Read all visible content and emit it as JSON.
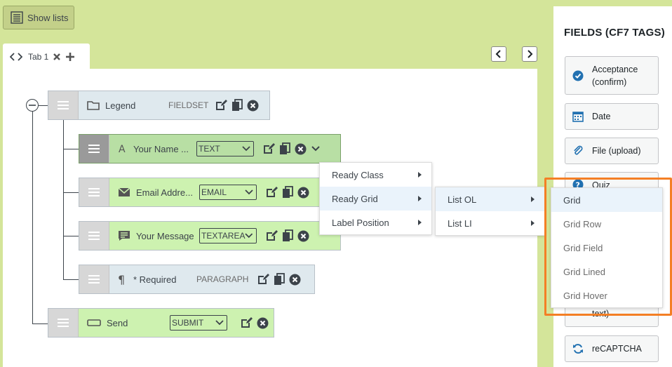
{
  "toolbar": {
    "show_lists_label": "Show lists"
  },
  "tabs": [
    {
      "label": "Tab 1"
    }
  ],
  "fields": [
    {
      "name": "Legend",
      "type": "FIELDSET"
    },
    {
      "name": "Your Name ...",
      "type": "TEXT"
    },
    {
      "name": "Email Addre...",
      "type": "EMAIL"
    },
    {
      "name": "Your Message",
      "type": "TEXTAREA"
    },
    {
      "name": "* Required",
      "type": "PARAGRAPH"
    },
    {
      "name": "Send",
      "type": "SUBMIT"
    }
  ],
  "context_menu": {
    "items": [
      {
        "label": "Ready Class"
      },
      {
        "label": "Ready Grid"
      },
      {
        "label": "Label Position"
      }
    ]
  },
  "submenu": {
    "items": [
      {
        "label": "List OL"
      },
      {
        "label": "List LI"
      }
    ]
  },
  "grid_menu": {
    "items": [
      {
        "label": "Grid"
      },
      {
        "label": "Grid Row"
      },
      {
        "label": "Grid Field"
      },
      {
        "label": "Grid Lined"
      },
      {
        "label": "Grid Hover"
      }
    ]
  },
  "panel": {
    "title": "FIELDS (CF7 TAGS)",
    "tags": [
      {
        "label": "Acceptance (confirm)",
        "icon": "check-circle-icon"
      },
      {
        "label": "Date",
        "icon": "calendar-icon"
      },
      {
        "label": "File (upload)",
        "icon": "paperclip-icon"
      },
      {
        "label": "Quiz",
        "icon": "help-icon"
      },
      {
        "label": "text)",
        "icon": ""
      },
      {
        "label": "reCAPTCHA",
        "icon": "refresh-icon"
      }
    ]
  },
  "colors": {
    "accent": "#f47f25",
    "page_bg": "#d4e59a",
    "icon_blue": "#2271b1"
  }
}
